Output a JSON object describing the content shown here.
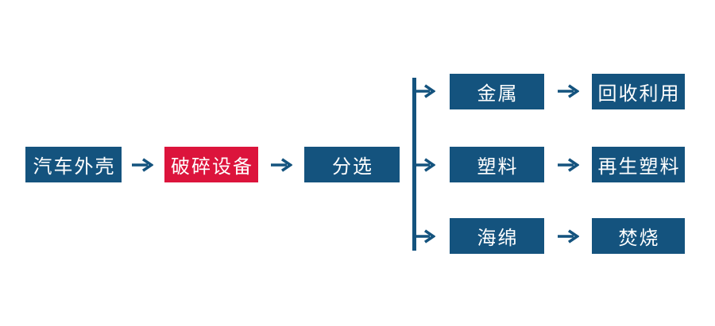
{
  "diagram": {
    "background_color": "#FFFFFF",
    "colors": {
      "node_fill": "#14537E",
      "highlight_fill": "#DC143C",
      "node_text": "#FFFFFF",
      "connector": "#14537E"
    },
    "main_flow": {
      "source": "汽车外壳",
      "crusher": "破碎设备",
      "sorting": "分选"
    },
    "branches": [
      {
        "material": "金属",
        "outcome": "回收利用"
      },
      {
        "material": "塑料",
        "outcome": "再生塑料"
      },
      {
        "material": "海绵",
        "outcome": "焚烧"
      }
    ]
  }
}
